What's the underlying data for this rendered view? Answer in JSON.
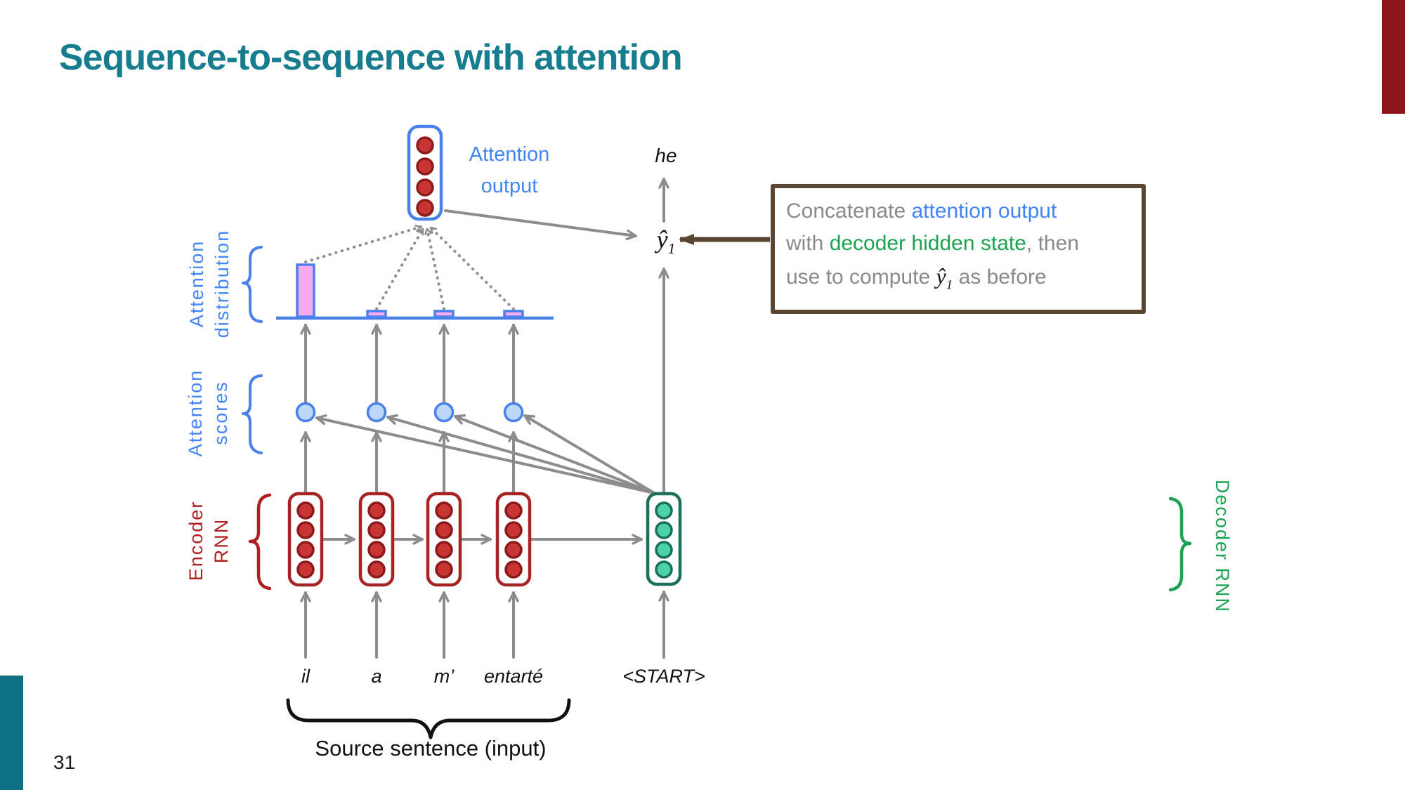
{
  "slide": {
    "title": "Sequence-to-sequence with attention",
    "page_number": "31"
  },
  "callout": {
    "line1_text": "Concatenate ",
    "line1_highlight": "attention output",
    "line2_text_a": "with ",
    "line2_highlight": "decoder hidden state",
    "line2_text_b": ", then",
    "line3_text_a": "use to compute ",
    "line3_math": "ŷ",
    "line3_math_sub": "1",
    "line3_text_b": " as before"
  },
  "diagram": {
    "attention_output_label": [
      "Attention",
      "output"
    ],
    "attention_distribution_label": [
      "Attention",
      "distribution"
    ],
    "attention_scores_label": [
      "Attention",
      "scores"
    ],
    "encoder_label": [
      "Encoder",
      "RNN"
    ],
    "decoder_label": "Decoder RNN",
    "predicted_word": "he",
    "yhat": "ŷ",
    "yhat_sub": "1",
    "source_words": [
      "il",
      "a",
      "m’",
      "entarté"
    ],
    "start_token": "<START>",
    "source_caption": "Source sentence (input)",
    "attention_distribution": {
      "type": "bar",
      "categories": [
        "il",
        "a",
        "m’",
        "entarté"
      ],
      "relative_heights": [
        0.95,
        0.1,
        0.1,
        0.1
      ]
    }
  },
  "colors": {
    "title_teal": "#177d8e",
    "accent_blue": "#4a80ea",
    "text_blue": "#4285f4",
    "encoder_red": "#a82323",
    "neuron_red": "#c93434",
    "decoder_teal": "#1c6f5a",
    "neuron_teal": "#4cd2aa",
    "green_text": "#1ba352",
    "bar_pink": "#f8a9ef",
    "score_fill": "#bcd7f8",
    "arrow_gray": "#8c8c8c",
    "callout_brown": "#5a4733",
    "sidebar_teal": "#0d7181",
    "corner_red": "#8c1515"
  }
}
